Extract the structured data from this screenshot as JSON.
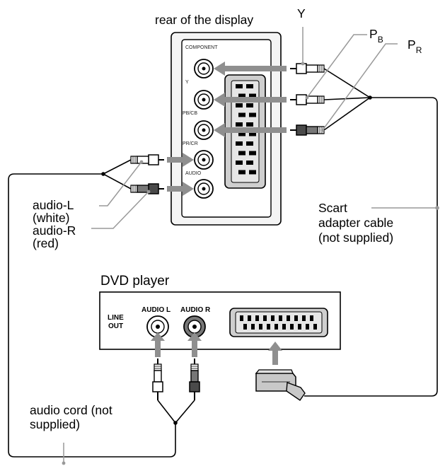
{
  "display": {
    "title": "rear of the display",
    "panel_labels": {
      "component": "COMPONENT",
      "y": "Y",
      "pb_cb": "PB/CB",
      "pr_cr": "PR/CR",
      "audio": "AUDIO"
    }
  },
  "signals": {
    "y": "Y",
    "pb": {
      "main": "P",
      "sub": "B"
    },
    "pr": {
      "main": "P",
      "sub": "R"
    }
  },
  "audio_labels": {
    "left": "audio-L",
    "left_color": "(white)",
    "right": "audio-R",
    "right_color": "(red)"
  },
  "scart_cable": {
    "line1": "Scart",
    "line2": "adapter cable",
    "line3": "(not supplied)"
  },
  "dvd": {
    "title": "DVD player",
    "line_out_1": "LINE",
    "line_out_2": "OUT",
    "audio_l": "AUDIO L",
    "audio_r": "AUDIO R"
  },
  "audio_cord": {
    "line1": "audio cord (not",
    "line2": "supplied)"
  },
  "colors": {
    "line": "#000000",
    "arrow_gray": "#8f8f8f",
    "leader_gray": "#999999",
    "panel_fill": "#f4f4f4",
    "scart_fill": "#c8c8c8",
    "plug_red": "#4a4a4a"
  }
}
